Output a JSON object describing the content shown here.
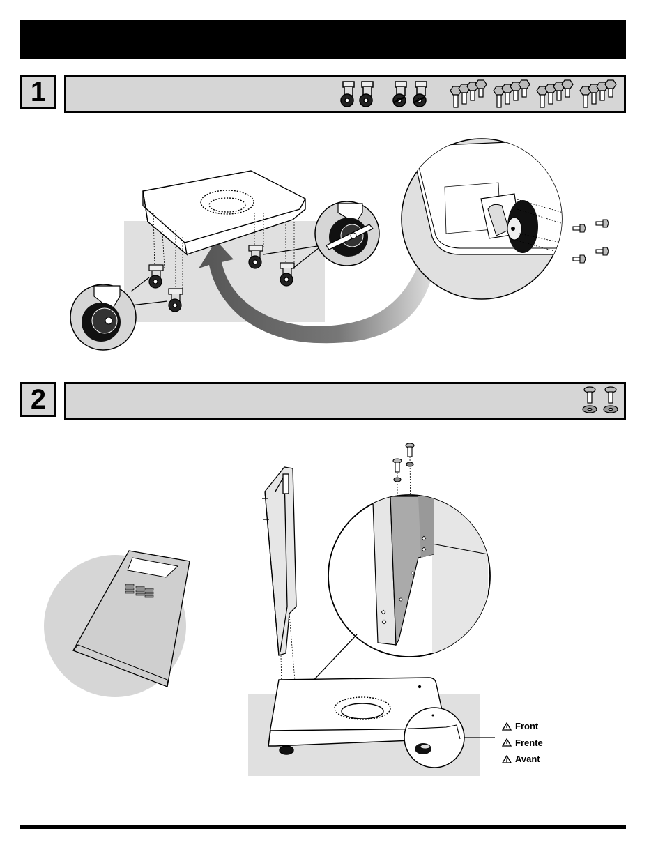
{
  "steps": [
    {
      "number": "1"
    },
    {
      "number": "2"
    }
  ],
  "legend": {
    "items": [
      "Front",
      "Frente",
      "Avant"
    ],
    "icon": "warning-triangle-icon"
  },
  "colors": {
    "header_bar": "#000000",
    "step_bar_fill": "#d6d6d6",
    "backdrop_gray": "#e0e0e0"
  }
}
